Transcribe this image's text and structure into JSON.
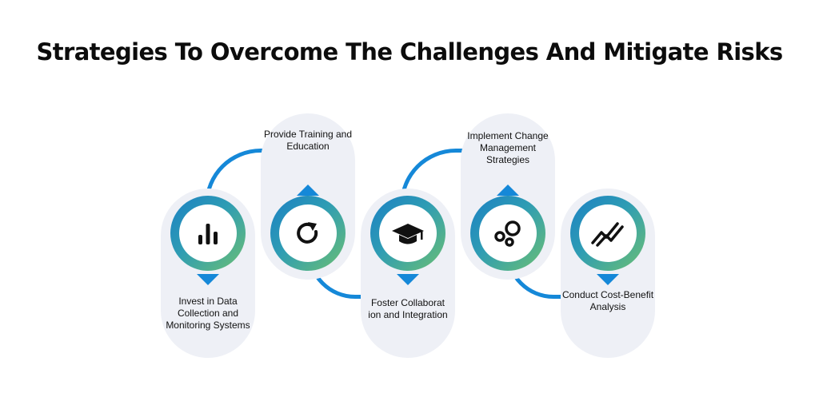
{
  "title": "Strategies To Overcome The Challenges And Mitigate Risks",
  "colors": {
    "pill": "#eef0f6",
    "connector": "#1588d8",
    "ring_start": "#1b80c4",
    "ring_end": "#6cbf72"
  },
  "steps": [
    {
      "label": "Invest in Data Collection and Monitoring Systems",
      "icon": "bar-chart-icon"
    },
    {
      "label": "Provide Training and Education",
      "icon": "refresh-icon"
    },
    {
      "label": "Foster Collaborat ion and Integration",
      "icon": "graduation-cap-icon"
    },
    {
      "label": "Implement Change Management Strategies",
      "icon": "bubbles-icon"
    },
    {
      "label": "Conduct Cost-Benefit Analysis",
      "icon": "trend-lines-icon"
    }
  ]
}
